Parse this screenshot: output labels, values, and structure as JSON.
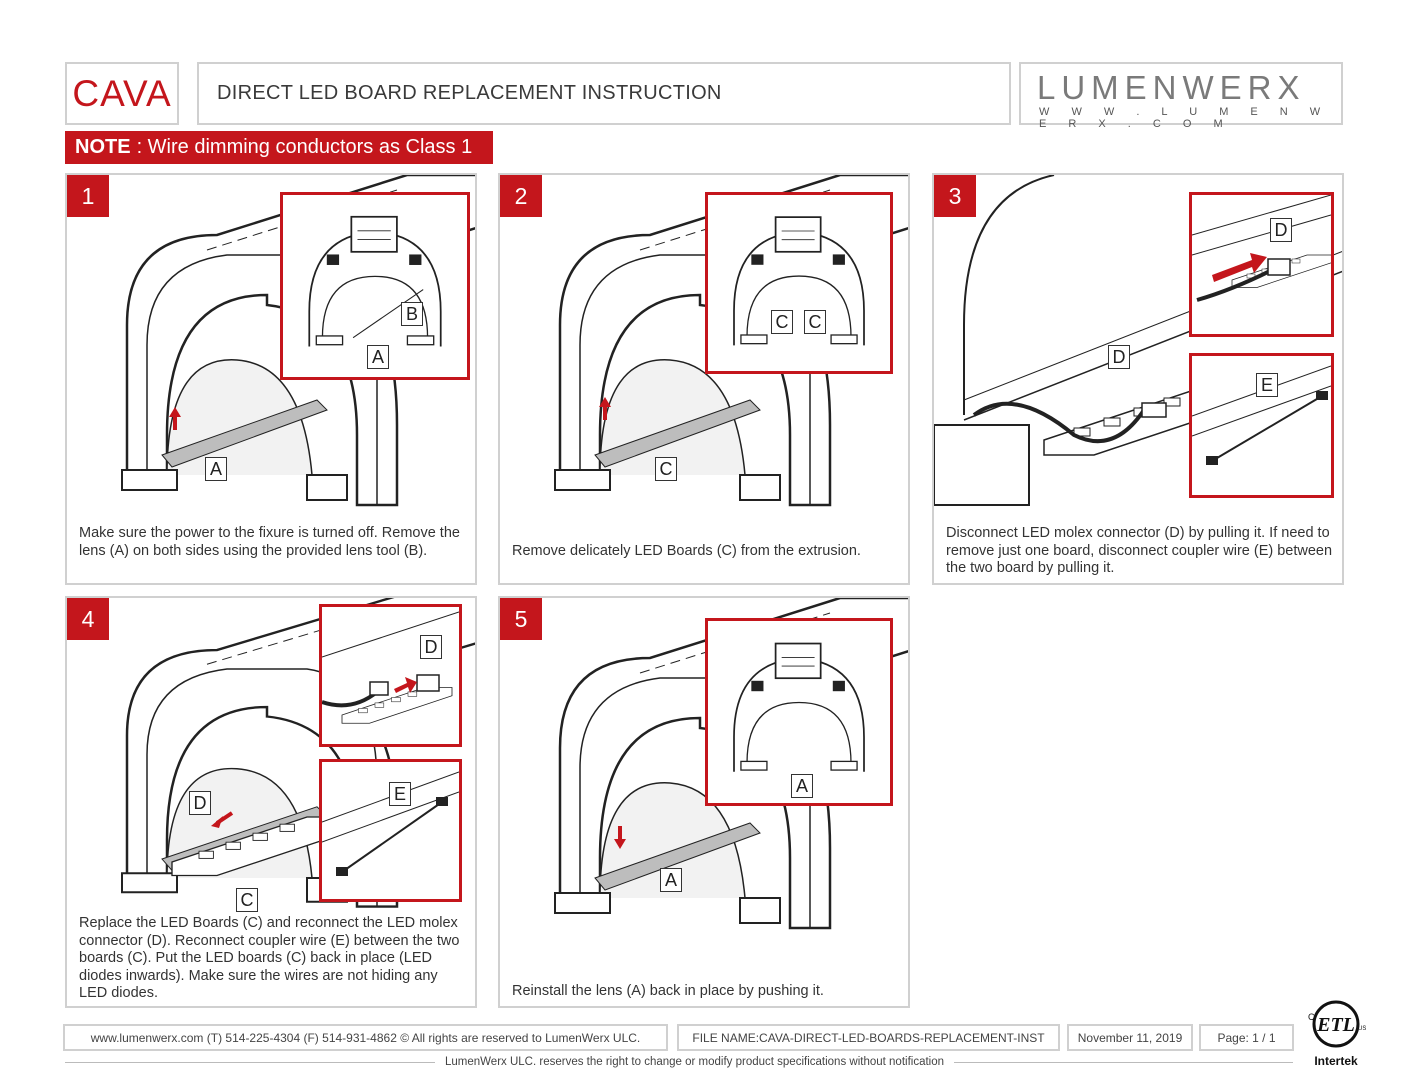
{
  "header": {
    "product": "CAVA",
    "title": "DIRECT LED BOARD REPLACEMENT INSTRUCTION",
    "logo_word": "LUMENWERX",
    "logo_url": "W W W . L U M E N W E R X . C O M"
  },
  "note": {
    "label": "NOTE",
    "text": ": Wire dimming conductors as Class 1"
  },
  "steps": [
    {
      "number": "1",
      "caption": "Make sure the power to the fixure is turned off. Remove the lens (A) on both sides using the provided lens tool (B).",
      "labels": [
        "A",
        "B",
        "A"
      ]
    },
    {
      "number": "2",
      "caption": "Remove delicately LED Boards (C) from the extrusion.",
      "labels": [
        "C",
        "C",
        "C"
      ]
    },
    {
      "number": "3",
      "caption": "Disconnect LED molex connector (D) by pulling it. If need to remove just one board, disconnect coupler wire (E) between the two board by pulling it.",
      "labels": [
        "D",
        "D",
        "E"
      ]
    },
    {
      "number": "4",
      "caption": "Replace the LED Boards (C) and  reconnect the LED molex connector (D).  Reconnect coupler wire (E) between the two boards (C). Put the LED boards (C) back in place (LED diodes inwards). Make sure the wires are not hiding any LED diodes.",
      "labels": [
        "D",
        "C",
        "D",
        "E"
      ]
    },
    {
      "number": "5",
      "caption": "Reinstall the lens (A) back in place by pushing it.",
      "labels": [
        "A",
        "A"
      ]
    }
  ],
  "footer": {
    "contact": "www.lumenwerx.com  (T) 514-225-4304  (F) 514-931-4862 © All rights are reserved to LumenWerx ULC.",
    "file_name": "FILE NAME:CAVA-DIRECT-LED-BOARDS-REPLACEMENT-INST",
    "date": "November 11, 2019",
    "page": "Page: 1 / 1",
    "disclaimer": "LumenWerx ULC. reserves the right to change or modify product specifications without notification",
    "cert_brand": "Intertek"
  },
  "colors": {
    "accent": "#c4161c",
    "border": "#d0d0d0",
    "text": "#333333"
  }
}
